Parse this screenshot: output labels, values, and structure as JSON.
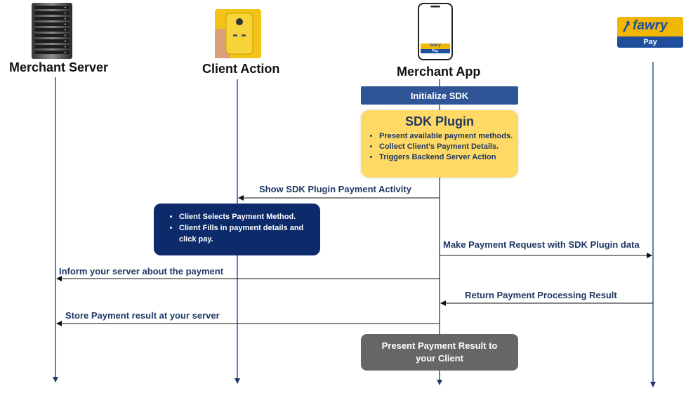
{
  "actors": {
    "merchant_server": "Merchant Server",
    "client_action": "Client Action",
    "merchant_app": "Merchant App"
  },
  "fawry": {
    "logo_text": "fawry",
    "sub_text": "Pay"
  },
  "phone_logo": {
    "logo_text": "fawry",
    "sub_text": "Pay"
  },
  "initialize_sdk": "Initialize SDK",
  "sdk_plugin": {
    "title": "SDK Plugin",
    "items": [
      "Present available payment methods.",
      "Collect Client's Payment Details.",
      "Triggers Backend Server Action"
    ]
  },
  "client_box": {
    "items": [
      "Client Selects Payment Method.",
      "Client Fills in payment details and click pay."
    ]
  },
  "messages": {
    "show_activity": "Show SDK Plugin Payment Activity",
    "make_request": "Make Payment Request with SDK Plugin data",
    "inform_server": "Inform your server about the payment",
    "return_result": "Return Payment Processing Result",
    "store_result": "Store Payment result at your server"
  },
  "present_result": "Present Payment Result to your Client",
  "colors": {
    "navy": "#1f3864",
    "lifeline": "#2f5597",
    "plugin_yellow": "#ffd966",
    "client_navy": "#0d2b6b",
    "result_gray": "#666666",
    "fawry_yellow": "#f2b705",
    "fawry_blue": "#1f4e9c"
  }
}
